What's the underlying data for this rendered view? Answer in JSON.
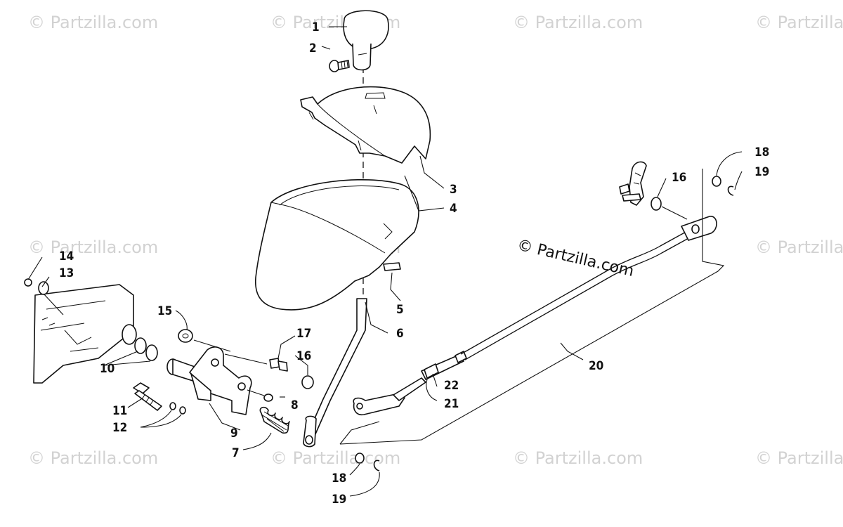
{
  "watermark_text": "© Partzilla.com",
  "copyright_text": "© Partzilla.com",
  "callouts": [
    "1",
    "2",
    "3",
    "4",
    "5",
    "6",
    "7",
    "8",
    "9",
    "10",
    "11",
    "12",
    "13",
    "14",
    "15",
    "16",
    "16",
    "17",
    "18",
    "18",
    "19",
    "19",
    "20",
    "21",
    "22"
  ]
}
